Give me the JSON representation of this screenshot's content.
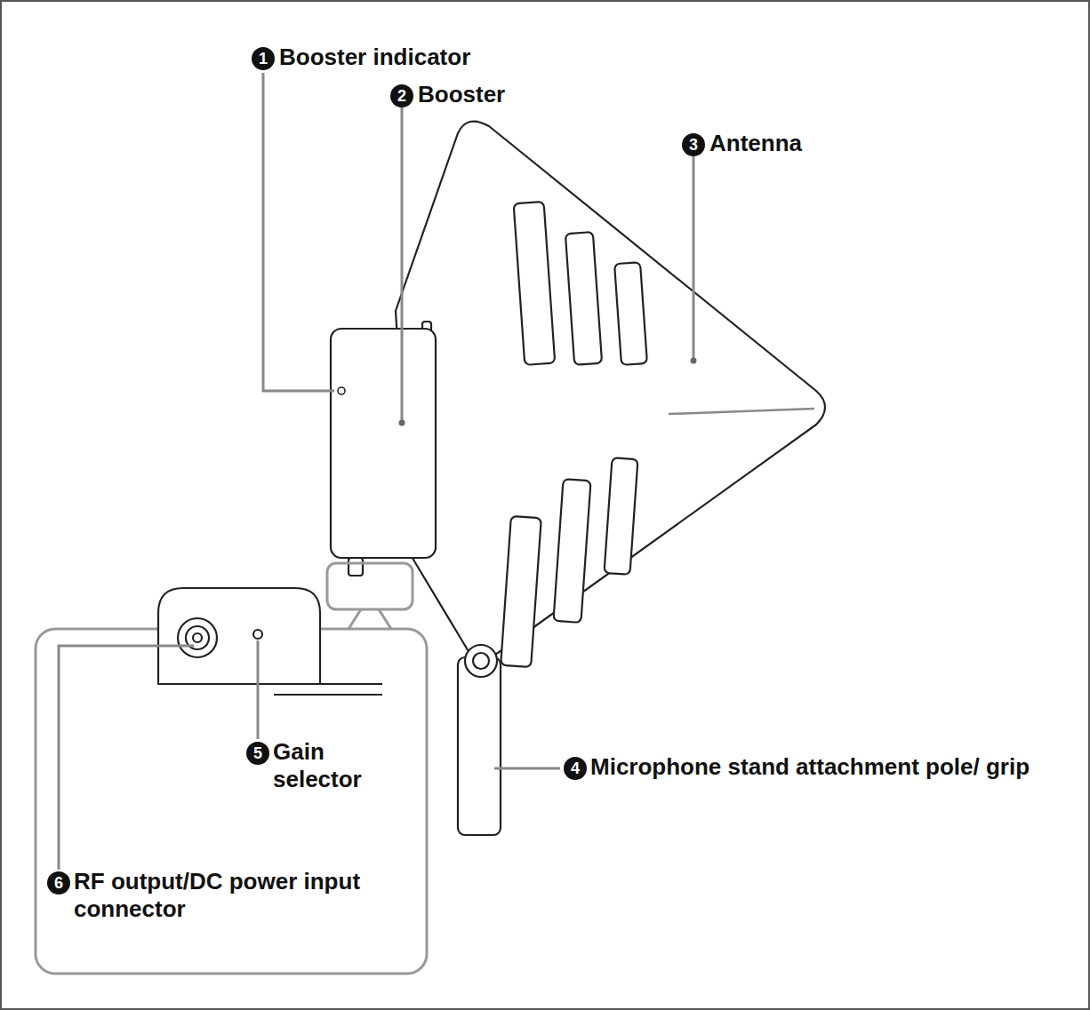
{
  "diagram": {
    "labels": [
      "1",
      "Booster indicator",
      "2",
      "Booster",
      "3",
      "Antenna",
      "4",
      "Microphone stand attachment pole/ grip",
      "5",
      "Gain selector",
      "6",
      "RF output/DC power input connector"
    ]
  }
}
